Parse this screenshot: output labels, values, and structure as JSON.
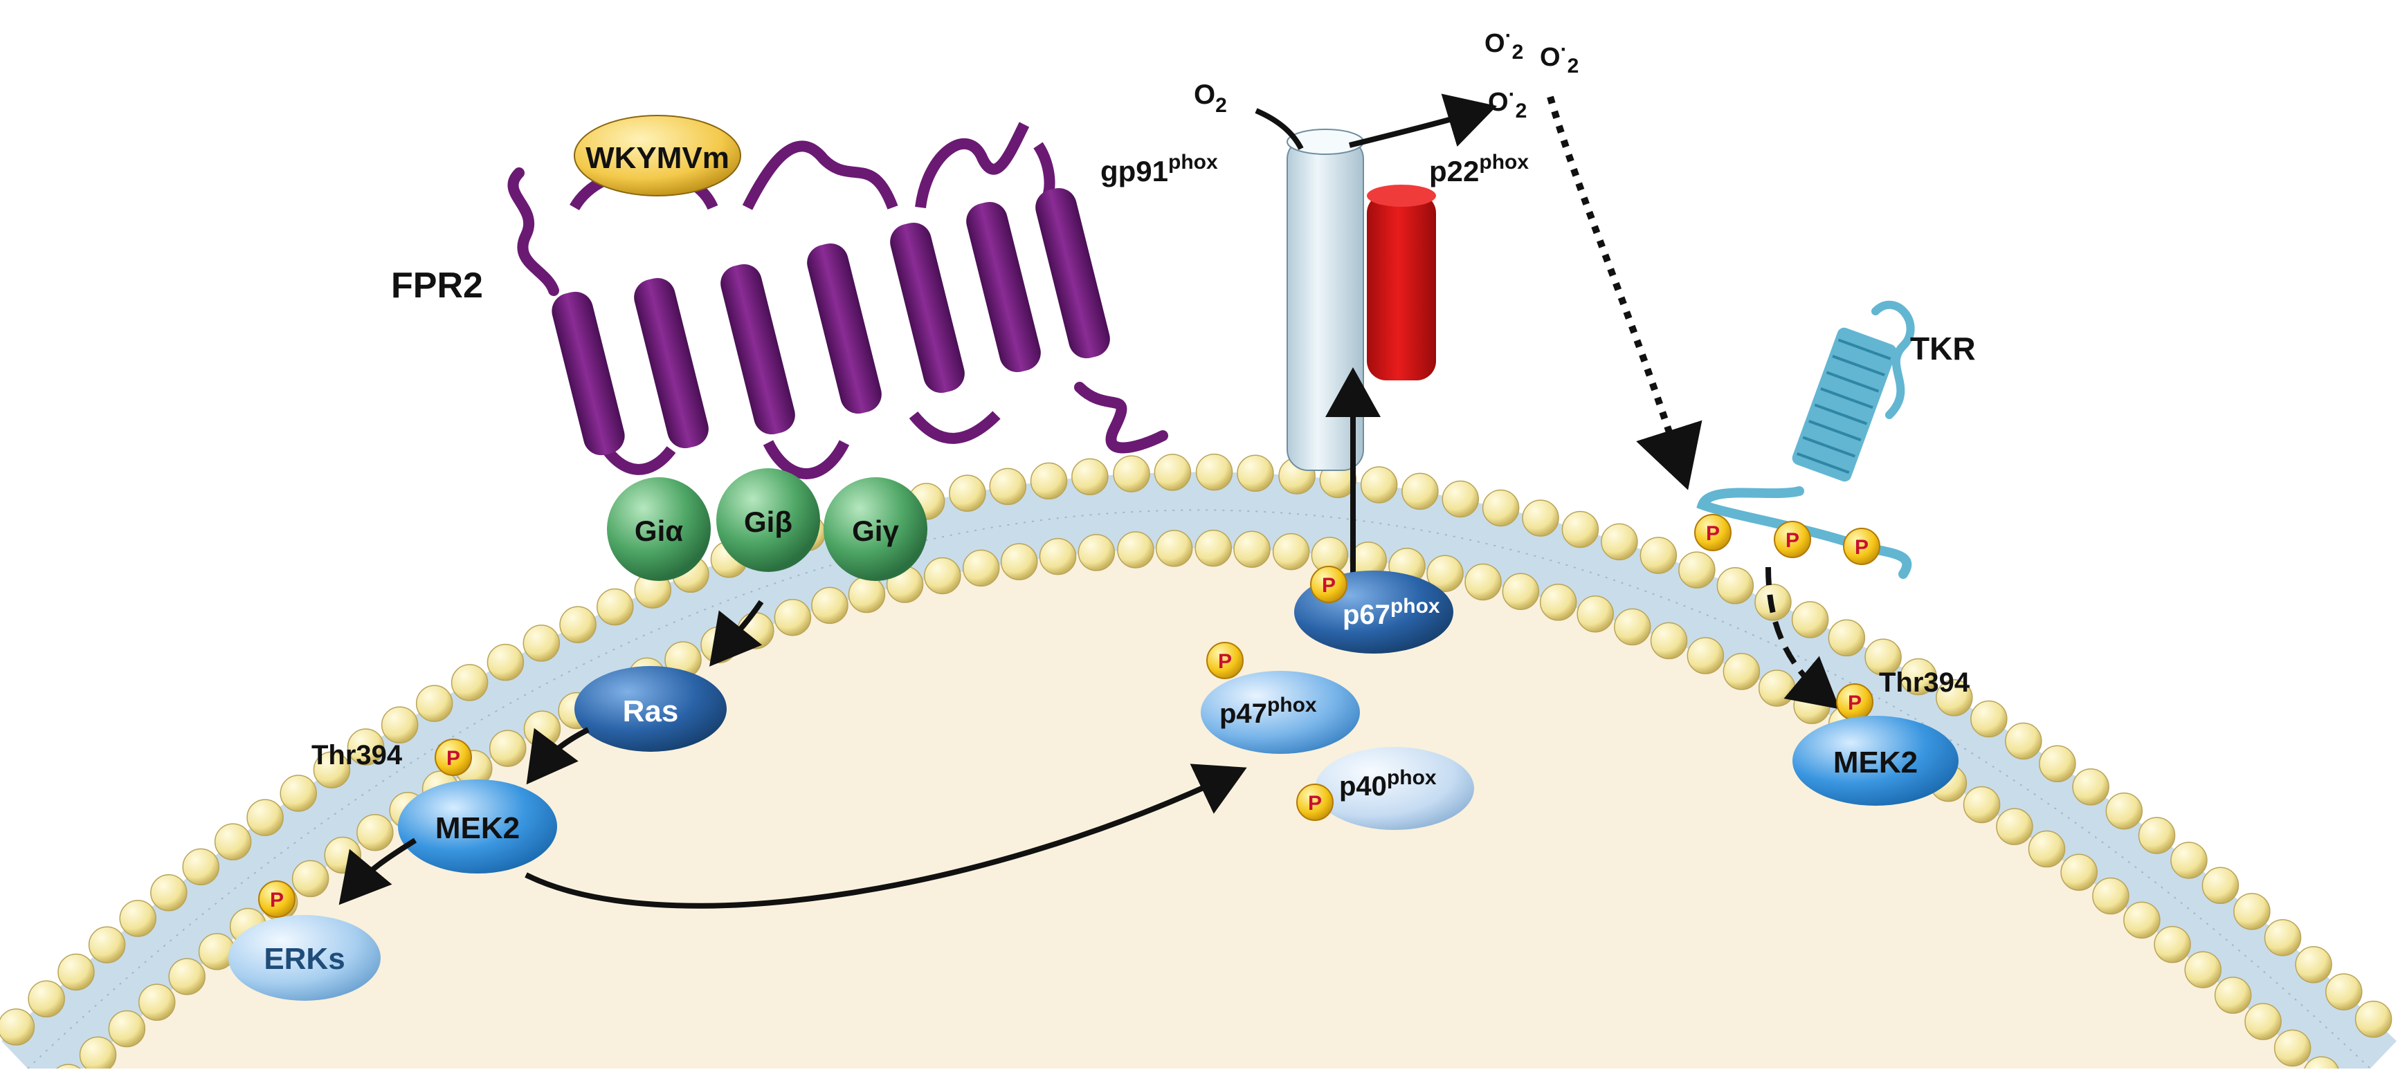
{
  "diagram": {
    "ligand": "WKYMVm",
    "receptor": "FPR2",
    "g_proteins": [
      "Giα",
      "Giβ",
      "Giγ"
    ],
    "ras": "Ras",
    "thr_left": "Thr394",
    "mek_left": "MEK2",
    "erks": "ERKs",
    "phos": "P",
    "o2": {
      "main": "O",
      "sub": "2"
    },
    "superoxide": {
      "main": "O",
      "sup": "·",
      "sub": "2"
    },
    "gp91": {
      "main": "gp91",
      "sup": "phox"
    },
    "p22": {
      "main": "p22",
      "sup": "phox"
    },
    "p67": {
      "main": "p67",
      "sup": "phox"
    },
    "p47": {
      "main": "p47",
      "sup": "phox"
    },
    "p40": {
      "main": "p40",
      "sup": "phox"
    },
    "tkr": "TKR",
    "thr_right": "Thr394",
    "mek_right": "MEK2"
  },
  "colors": {
    "cytoplasm": "#f9f1dd",
    "membrane_core": "#c9dcea",
    "lipid_head": "#f4e9a6",
    "receptor": "#6a1a73",
    "g_protein": "#4ea665",
    "ras": "#2a63a8",
    "mek": "#3a96e0",
    "erks": "#9cc9ee",
    "ligand": "#f3c94a",
    "p22": "#d91414",
    "gp91": "#d8e8f0",
    "tkr": "#62b6d2",
    "phospho": "#f5c518"
  }
}
